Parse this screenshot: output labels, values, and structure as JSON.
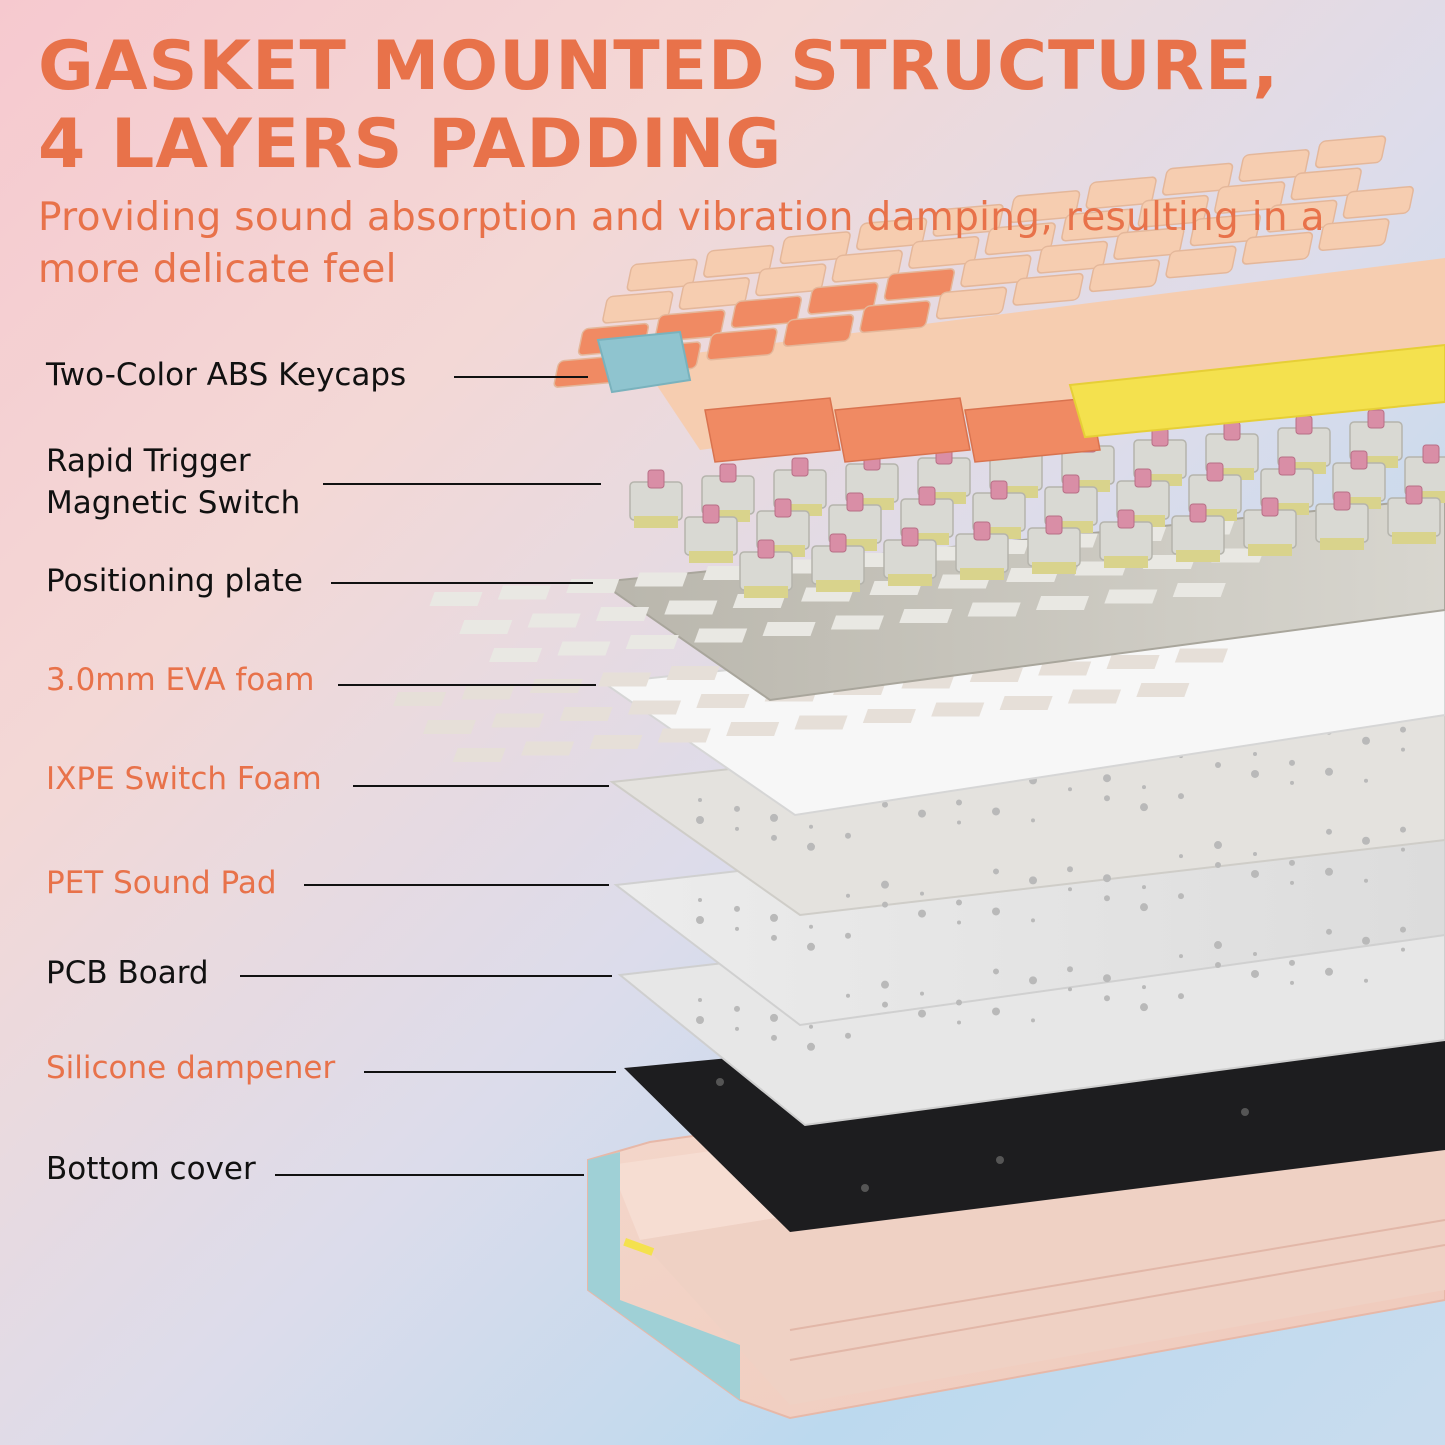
{
  "colors": {
    "accent": "#e8724a",
    "label_dark": "#111111",
    "keycap_peach": "#f6cdb0",
    "keycap_coral": "#f08a63",
    "keycap_yellow": "#f4e14e",
    "keycap_blue": "#8fc4cf",
    "switch_pink": "#d98ea6",
    "plate_gray": "#c9c6bc",
    "pcb_black": "#1d1d1f",
    "case_pink": "#f2cfc3"
  },
  "header": {
    "title_line1": "GASKET MOUNTED STRUCTURE,",
    "title_line2": "4 LAYERS PADDING",
    "subtitle": "Providing sound absorption and vibration damping, resulting in a more delicate feel"
  },
  "layers": [
    {
      "id": "keycaps",
      "line1": "Two-Color ABS Keycaps",
      "line2": "",
      "highlight": false
    },
    {
      "id": "switch",
      "line1": "Rapid Trigger",
      "line2": "Magnetic Switch",
      "highlight": false
    },
    {
      "id": "plate",
      "line1": "Positioning plate",
      "line2": "",
      "highlight": false
    },
    {
      "id": "eva",
      "line1": "3.0mm EVA foam",
      "line2": "",
      "highlight": true
    },
    {
      "id": "ixpe",
      "line1": "IXPE Switch Foam",
      "line2": "",
      "highlight": true
    },
    {
      "id": "pet",
      "line1": "PET Sound Pad",
      "line2": "",
      "highlight": true
    },
    {
      "id": "pcb",
      "line1": "PCB Board",
      "line2": "",
      "highlight": false
    },
    {
      "id": "silicone",
      "line1": "Silicone dampener",
      "line2": "",
      "highlight": true
    },
    {
      "id": "bottom",
      "line1": "Bottom cover",
      "line2": "",
      "highlight": false
    }
  ]
}
